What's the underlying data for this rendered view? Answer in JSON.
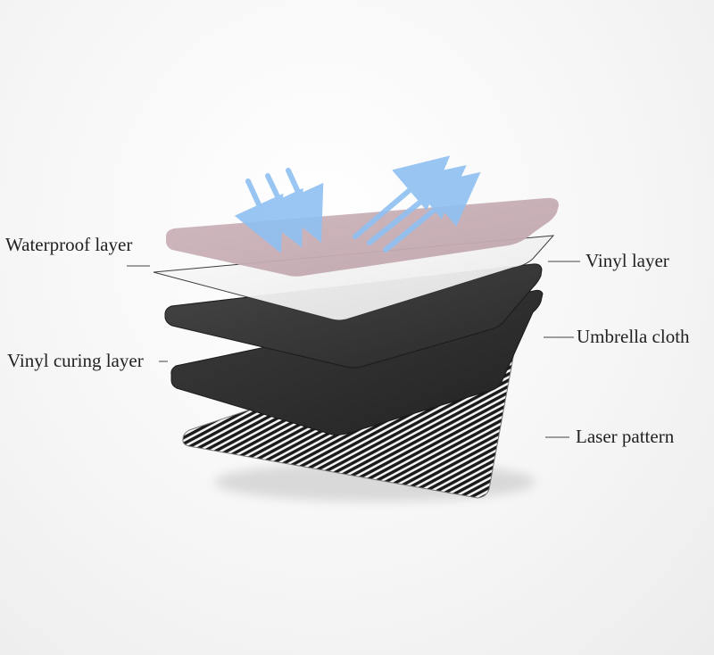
{
  "labels": {
    "waterproof": "Waterproof layer",
    "vinyl": "Vinyl layer",
    "vinyl_curing": "Vinyl curing layer",
    "umbrella_cloth": "Umbrella cloth",
    "laser_pattern": "Laser pattern"
  },
  "colors": {
    "waterproof_layer": "#c9b1b7",
    "vinyl_layer": "#f2f2f2",
    "umbrella_cloth": "#3a3a3a",
    "curing_layer": "#2f2f2f",
    "laser_stripes": "#1a1a1a",
    "arrows": "#8fc0f2",
    "leader_lines": "#444444"
  },
  "icons": [
    "incoming-arrow-icon",
    "reflected-arrow-icon"
  ]
}
